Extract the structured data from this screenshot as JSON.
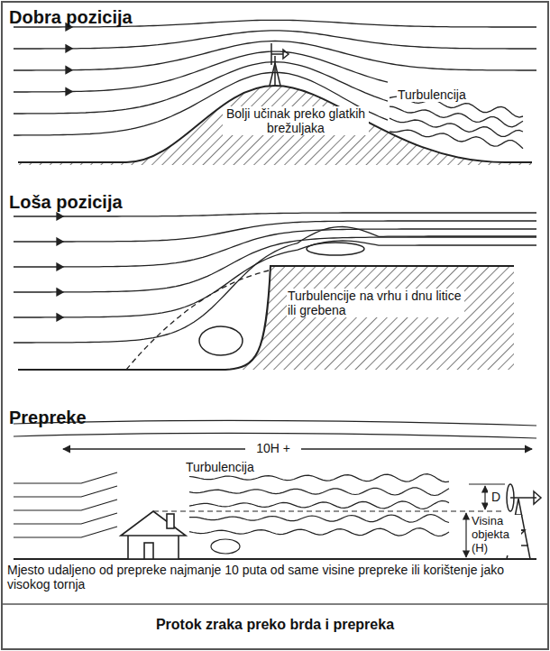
{
  "diagram": {
    "caption": "Protok zraka preko brda i prepreka",
    "labels": [
      "Dobra pozicija",
      "Bolji učinak preko glatkih brežuljaka",
      "Turbulencija",
      "Loša pozicija",
      "Turbulencije na vrhu i dnu litice ili grebena",
      "Prepreke",
      "10H +",
      "Turbulencija",
      "D",
      "Visina objekta (H)",
      "Mjesto udaljeno od prepreke najmanje 10 puta od same visine prepreke ili korištenje jako visokog tornja"
    ]
  }
}
